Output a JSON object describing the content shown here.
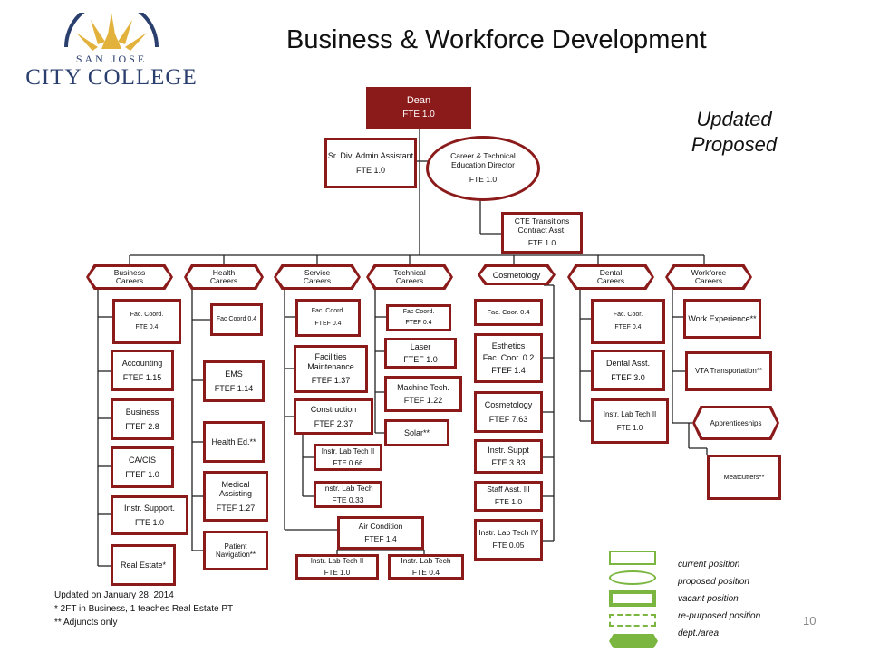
{
  "header": {
    "title": "Business & Workforce Development",
    "logo_text_top": "SAN JOSE",
    "logo_text_main": "CITY COLLEGE",
    "stamp_line1": "Updated",
    "stamp_line2": "Proposed"
  },
  "colors": {
    "accent": "#8b1a1a",
    "logo_blue": "#2b3f6e",
    "logo_gold": "#e3b23c"
  },
  "top": {
    "dean": {
      "name": "Dean",
      "fte": "FTE 1.0"
    },
    "admin": {
      "name": "Sr. Div. Admin Assistant",
      "fte": "FTE 1.0"
    },
    "cte_director": {
      "name": "Career & Technical Education Director",
      "fte": "FTE 1.0"
    },
    "cte_transitions": {
      "name": "CTE Transitions Contract Asst.",
      "fte": "FTE 1.0"
    }
  },
  "areas": {
    "business": "Business Careers",
    "health": "Health Careers",
    "service": "Service Careers",
    "technical": "Technical Careers",
    "cosmetology": "Cosmetology",
    "dental": "Dental Careers",
    "workforce": "Workforce Careers"
  },
  "business": [
    {
      "name": "Fac. Coord.",
      "fte": "FTE 0.4"
    },
    {
      "name": "Accounting",
      "fte": "FTEF 1.15"
    },
    {
      "name": "Business",
      "fte": "FTEF 2.8"
    },
    {
      "name": "CA/CIS",
      "fte": "FTEF 1.0"
    },
    {
      "name": "Instr. Support.",
      "fte": "FTE 1.0"
    },
    {
      "name": "Real Estate*"
    }
  ],
  "health": [
    {
      "name": "Fac Coord 0.4"
    },
    {
      "name": "EMS",
      "fte": "FTEF 1.14"
    },
    {
      "name": "Health Ed.**"
    },
    {
      "name": "Medical Assisting",
      "fte": "FTEF 1.27"
    },
    {
      "name": "Patient Navigation**"
    }
  ],
  "service": [
    {
      "name": "Fac. Coord.",
      "fte": "FTEF 0.4"
    },
    {
      "name": "Facilities Maintenance",
      "fte": "FTEF 1.37"
    },
    {
      "name": "Construction",
      "fte": "FTEF 2.37"
    },
    {
      "name": "Instr. Lab Tech II",
      "fte": "FTE 0.66"
    },
    {
      "name": "Instr. Lab Tech",
      "fte": "FTE 0.33"
    },
    {
      "name": "Air Condition",
      "fte": "FTEF 1.4"
    },
    {
      "name": "Instr. Lab Tech II",
      "fte": "FTE 1.0"
    },
    {
      "name": "Instr. Lab Tech",
      "fte": "FTE 0.4"
    }
  ],
  "technical": [
    {
      "name": "Fac Coord.",
      "fte": "FTEF 0.4"
    },
    {
      "name": "Laser",
      "fte": "FTEF 1.0"
    },
    {
      "name": "Machine Tech.",
      "fte": "FTEF 1.22"
    },
    {
      "name": "Solar**"
    }
  ],
  "cosmetology": [
    {
      "name": "Fac. Coor. 0.4"
    },
    {
      "name": "Esthetics",
      "name2": "Fac. Coor. 0.2",
      "fte": "FTEF 1.4"
    },
    {
      "name": "Cosmetology",
      "fte": "FTEF 7.63"
    },
    {
      "name": "Instr. Suppt",
      "fte": "FTE 3.83"
    },
    {
      "name": "Staff Asst. III",
      "fte": "FTE 1.0"
    },
    {
      "name": "Instr. Lab Tech IV",
      "fte": "FTE 0.05"
    }
  ],
  "dental": [
    {
      "name": "Fac. Coor.",
      "fte": "FTEF 0.4"
    },
    {
      "name": "Dental Asst.",
      "fte": "FTEF 3.0"
    },
    {
      "name": "Instr. Lab Tech II",
      "fte": "FTE 1.0"
    }
  ],
  "workforce": [
    {
      "name": "Work Experience**"
    },
    {
      "name": "VTA Transportation**"
    },
    {
      "name": "Apprenticeships"
    },
    {
      "name": "Meatcutters**"
    }
  ],
  "notes": {
    "updated": "Updated on January 28, 2014",
    "note1": "* 2FT in Business, 1 teaches Real Estate PT",
    "note2": "** Adjuncts only"
  },
  "legend": [
    "current position",
    "proposed position",
    "vacant position",
    "re-purposed position",
    "dept./area"
  ],
  "page_number": "10"
}
